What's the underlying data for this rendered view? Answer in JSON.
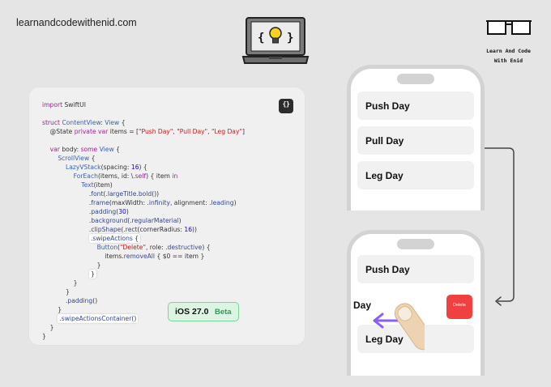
{
  "header": {
    "site": "learnandcodewithenid.com"
  },
  "brand": {
    "line1": "Learn And Code",
    "line2": "With Enid",
    "laptop_icon": "lightbulb-code-icon"
  },
  "code_card": {
    "copy_label": "{}",
    "lines": [
      "import SwiftUI",
      "",
      "struct ContentView: View {",
      "    @State private var items = [\"Push Day\", \"Pull Day\", \"Leg Day\"]",
      "",
      "    var body: some View {",
      "        ScrollView {",
      "            LazyVStack(spacing: 16) {",
      "                ForEach(items, id: \\.self) { item in",
      "                    Text(item)",
      "                        .font(.largeTitle.bold())",
      "                        .frame(maxWidth: .infinity, alignment: .leading)",
      "                        .padding(30)",
      "                        .background(.regularMaterial)",
      "                        .clipShape(.rect(cornerRadius: 16))",
      "                        .swipeActions {",
      "                            Button(\"Delete\", role: .destructive) {",
      "                                items.removeAll { $0 == item }",
      "                            }",
      "                        }",
      "                }",
      "            }",
      "            .padding()",
      "        }",
      "        .swipeActionsContainer()",
      "    }",
      "}"
    ],
    "badge": {
      "version": "iOS 27.0",
      "tag": "Beta"
    }
  },
  "phone_top": {
    "items": [
      "Push Day",
      "Pull Day",
      "Leg Day"
    ]
  },
  "phone_bottom": {
    "items": [
      "Push Day",
      "Leg Day"
    ],
    "swiped_text": "Day",
    "delete_label": "Delete"
  },
  "colors": {
    "accent": "#8b5cf6",
    "delete": "#f04040",
    "badge_bg": "#dcf5e3",
    "badge_text": "#2f9a55"
  }
}
